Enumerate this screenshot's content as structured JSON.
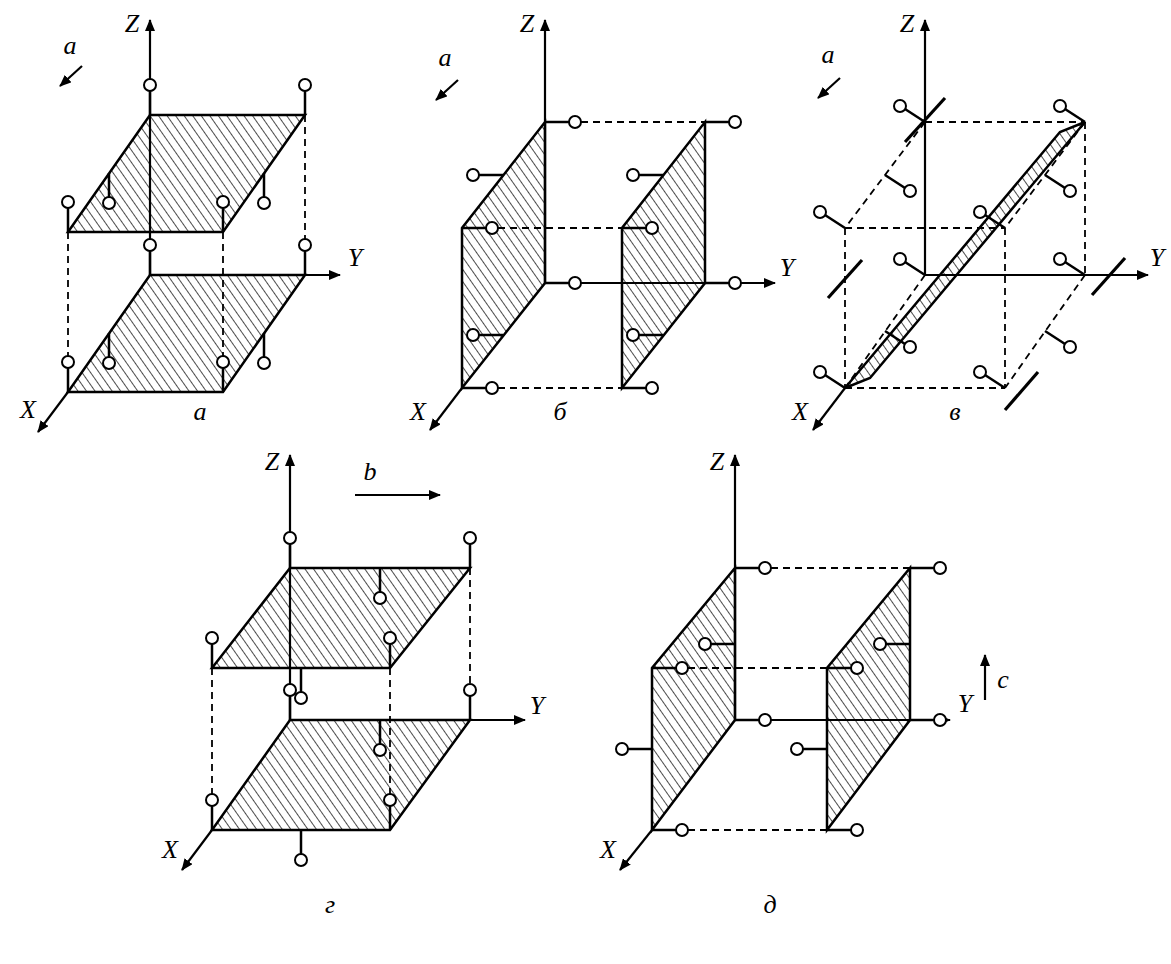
{
  "diagram": {
    "labels": [
      "Z",
      "a",
      "Y",
      "X",
      "а",
      "Z",
      "a",
      "Y",
      "X",
      "б",
      "Z",
      "a",
      "Y",
      "X",
      "в",
      "Z",
      "b",
      "Y",
      "X",
      "г",
      "Z",
      "c",
      "Y",
      "X",
      "д"
    ]
  }
}
